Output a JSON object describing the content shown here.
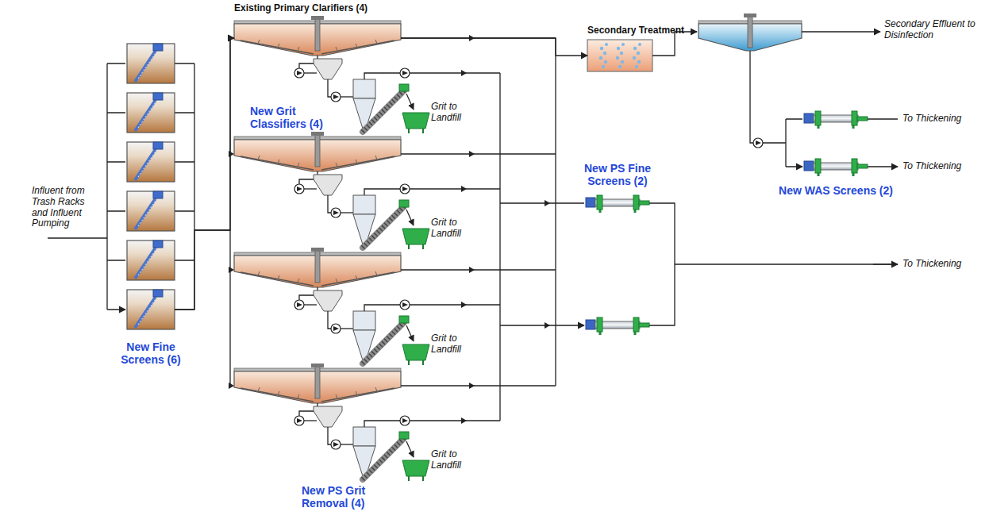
{
  "diagram": {
    "nodes": [
      {
        "text": [
          "New Fine Screens (6)"
        ]
      },
      {
        "text": [
          "Existing Primary Clarifiers (4)"
        ]
      },
      {
        "text": [
          "Secondary Treatment"
        ]
      },
      {
        "text": [
          "New PS Fine Screens (2)"
        ]
      },
      {
        "text": [
          "New WAS Screens (2)"
        ]
      }
    ],
    "edges": [
      {
        "from": 0,
        "to": 1,
        "arrow": "to"
      },
      {
        "from": 1,
        "to": 2,
        "arrow": "to"
      }
    ],
    "labels": [
      "Influent from Trash Racks and Influent Pumping",
      "New Grit Classifiers (4)",
      "Grit to Landfill",
      "Grit to Landfill",
      "Grit to Landfill",
      "Grit to Landfill",
      "New PS Grit Removal (4)",
      "Secondary Effluent to Disinfection",
      "To Thickening",
      "To Thickening",
      "To Thickening"
    ]
  }
}
